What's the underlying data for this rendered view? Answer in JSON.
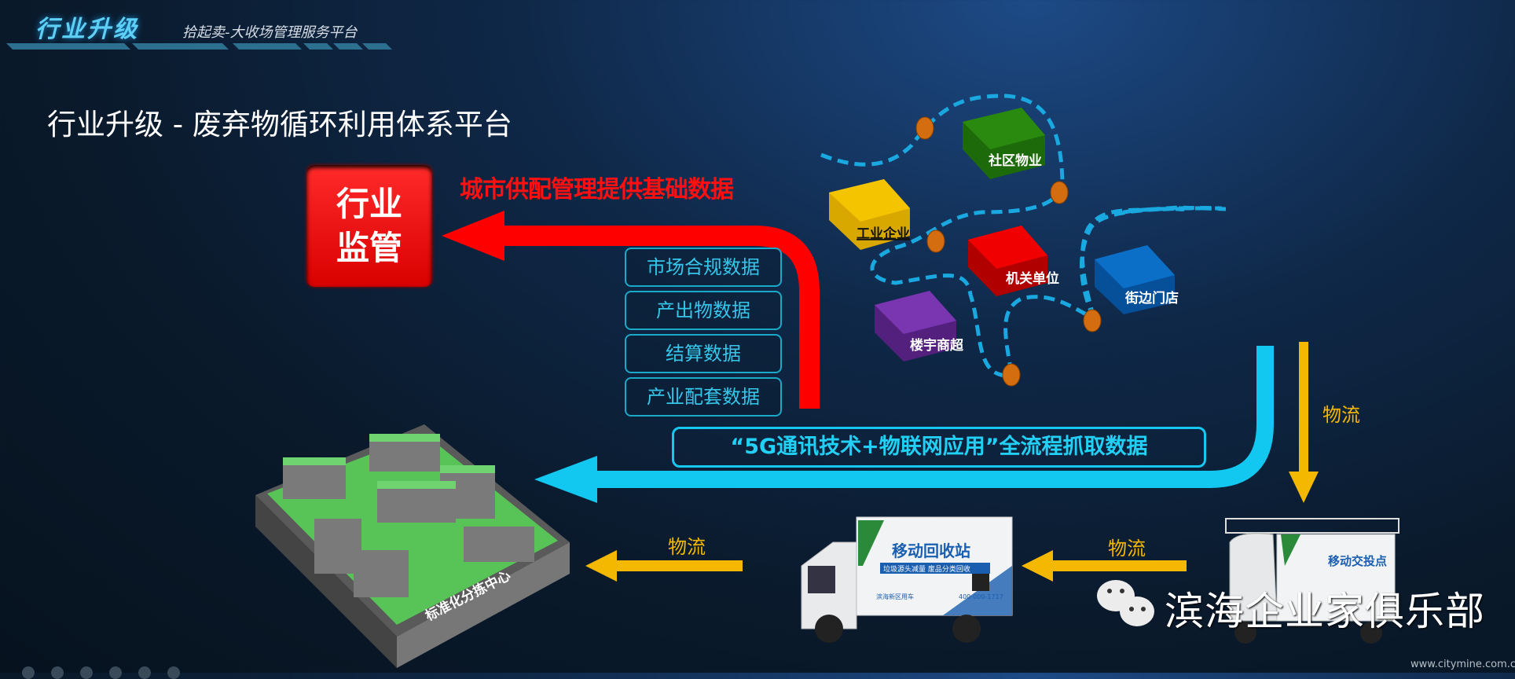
{
  "header": {
    "title": "行业升级",
    "subtitle": "拾起卖-大收场管理服务平台"
  },
  "main_title": "行业升级 - 废弃物循环利用体系平台",
  "regulator": {
    "line1": "行业",
    "line2": "监管"
  },
  "red_arrow_label": "城市供配管理提供基础数据",
  "data_items": [
    "市场合规数据",
    "产出物数据",
    "结算数据",
    "产业配套数据"
  ],
  "tech_banner": "“5G通讯技术+物联网应用”全流程抓取数据",
  "logistics_label": "物流",
  "sources": [
    {
      "label": "社区物业",
      "color": "#2a8a10"
    },
    {
      "label": "工业企业",
      "color": "#f5c400"
    },
    {
      "label": "机关单位",
      "color": "#f00000"
    },
    {
      "label": "楼宇商超",
      "color": "#7a36b0"
    },
    {
      "label": "街边门店",
      "color": "#0b6fc8"
    }
  ],
  "sorting_center": {
    "label": "标准化分拣中心"
  },
  "truck": {
    "title": "移动回收站",
    "slogan": "垃圾源头减量 废品分类回收",
    "district": "滨海新区用车",
    "phone": "400-000-1717"
  },
  "tricycle": {
    "title": "移动交投点"
  },
  "watermark": "滨海企业家俱乐部",
  "footer": "www.citymine.com.cn",
  "colors": {
    "red": "#ff0000",
    "cyan": "#12c8f0",
    "orange": "#f5b800"
  }
}
